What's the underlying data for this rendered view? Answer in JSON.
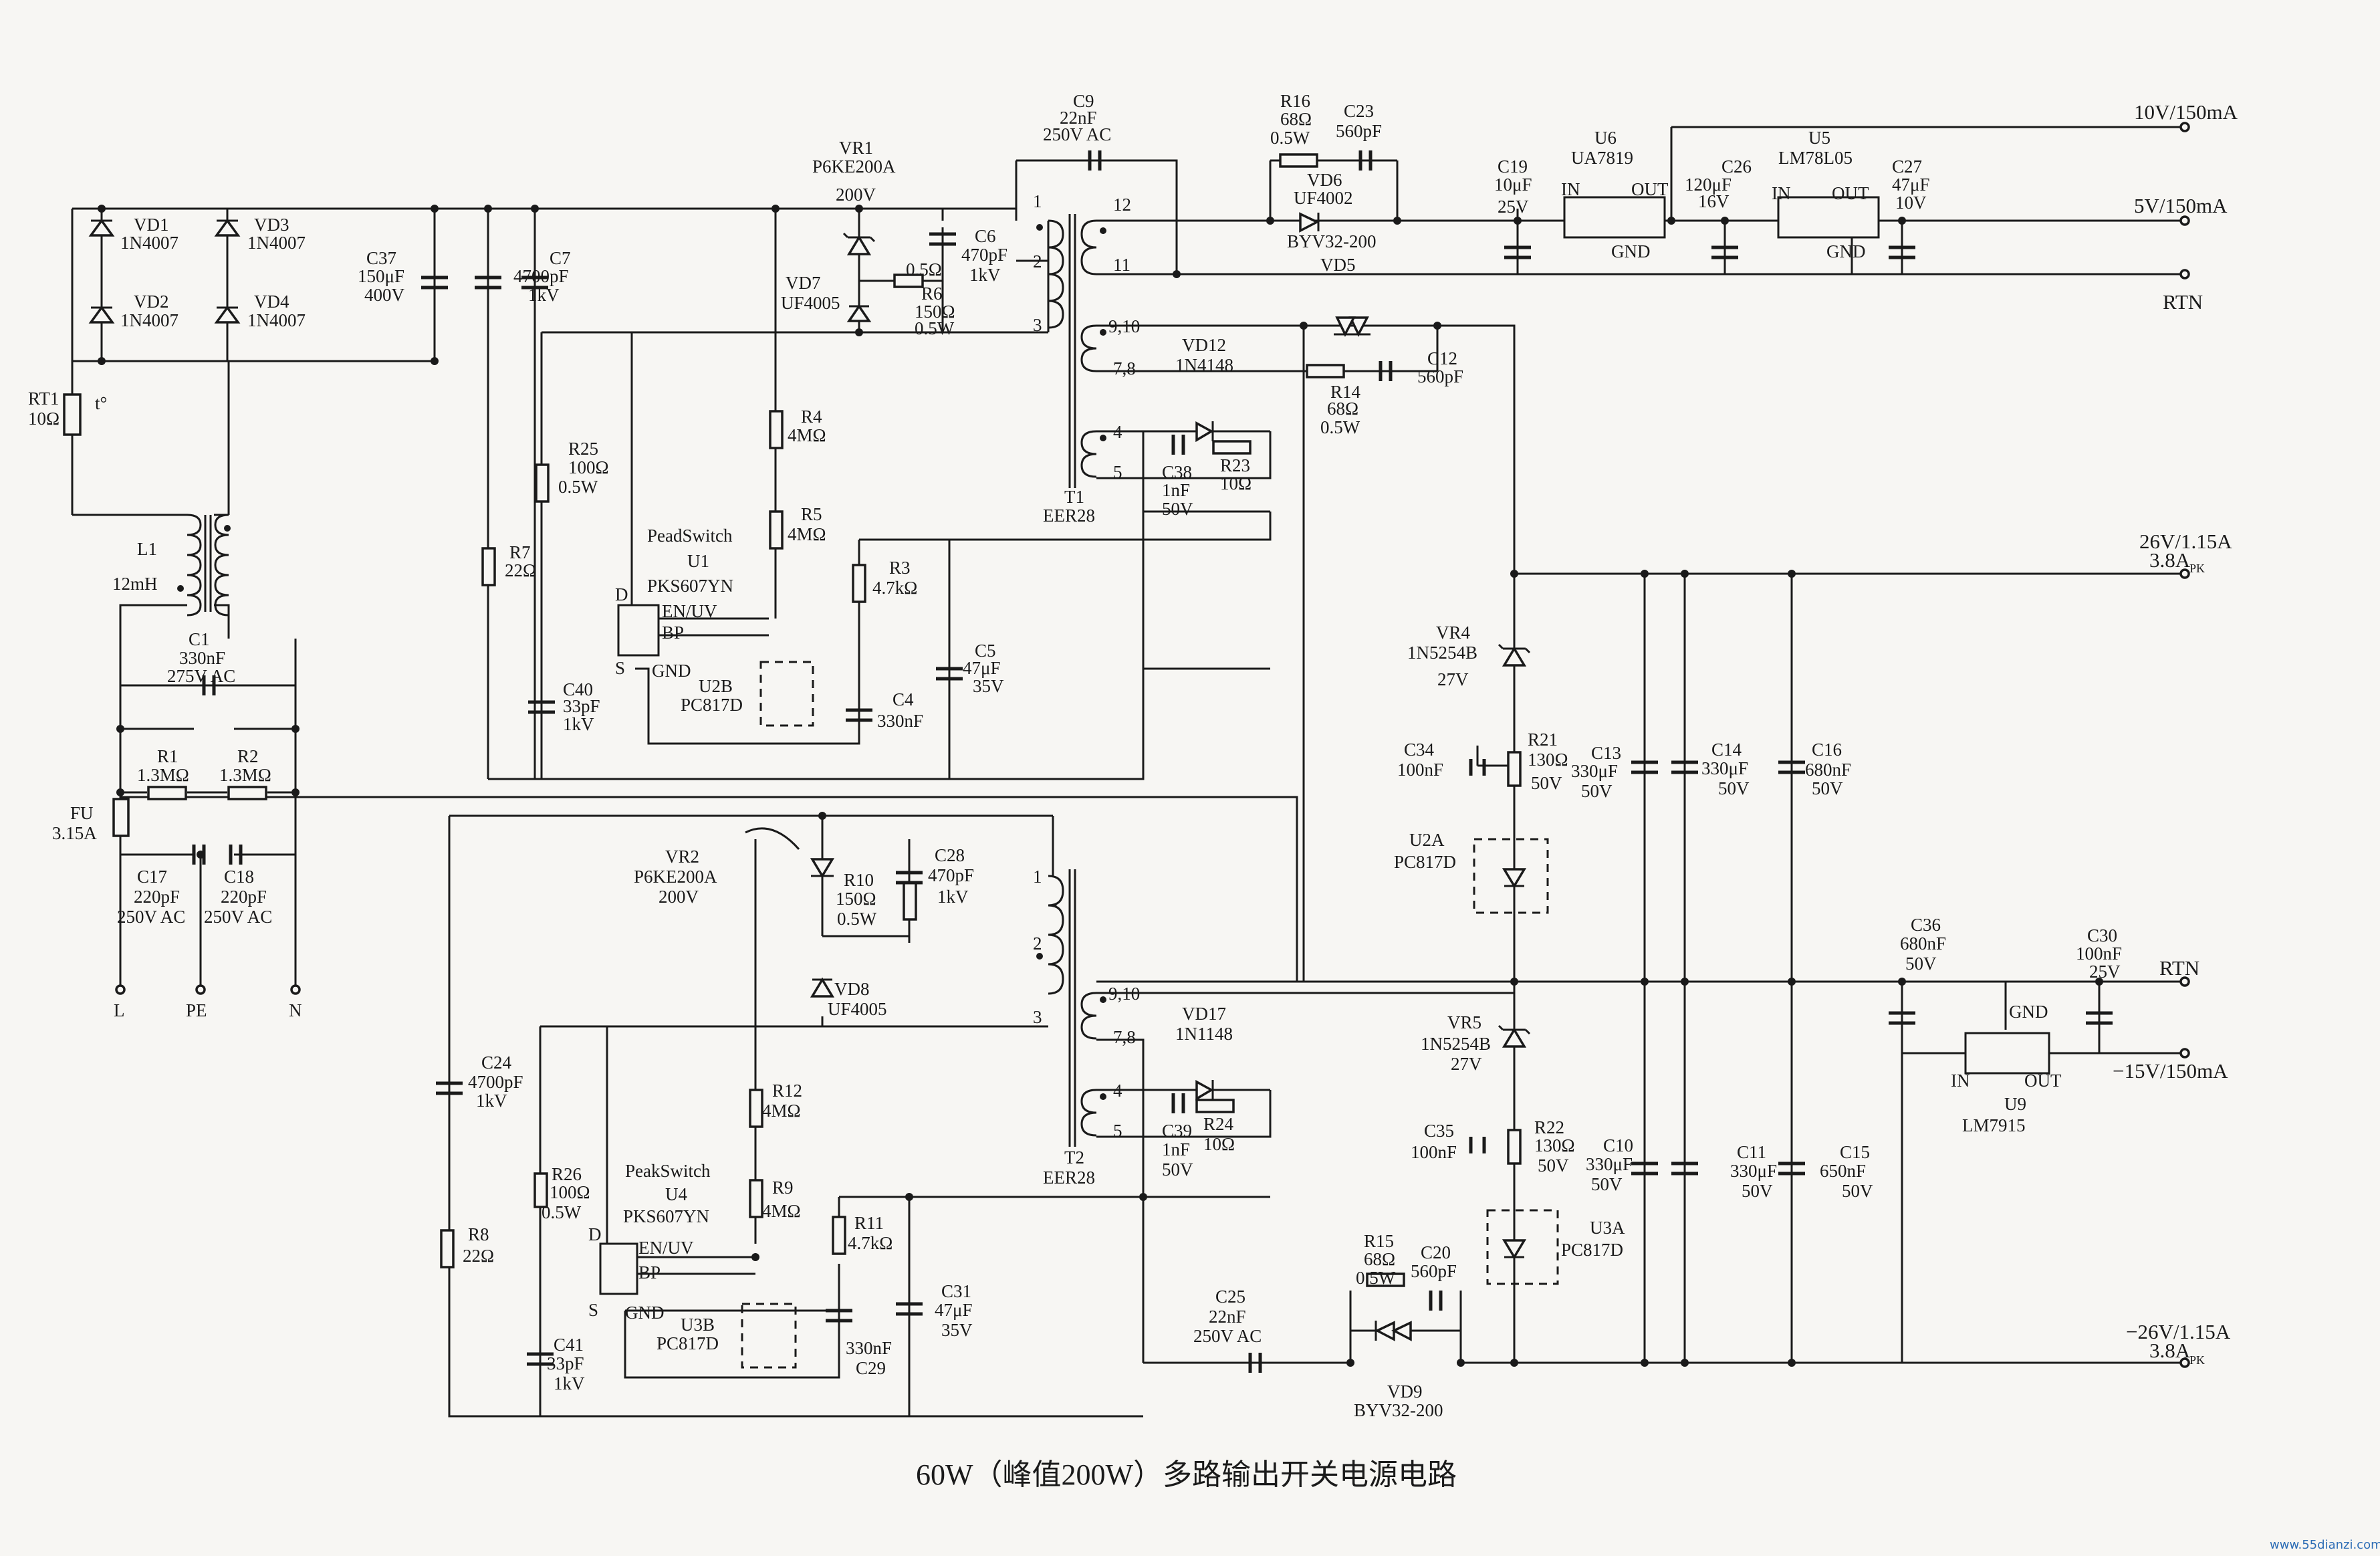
{
  "caption": "60W（峰值200W）多路输出开关电源电路",
  "watermark": "www.55dianzi.com",
  "input": {
    "VD1": {
      "ref": "VD1",
      "part": "1N4007"
    },
    "VD2": {
      "ref": "VD2",
      "part": "1N4007"
    },
    "VD3": {
      "ref": "VD3",
      "part": "1N4007"
    },
    "VD4": {
      "ref": "VD4",
      "part": "1N4007"
    },
    "RT1": {
      "ref": "RT1",
      "val": "10Ω",
      "extra": "t°"
    },
    "L1": {
      "ref": "L1",
      "val": "12mH"
    },
    "C1": {
      "ref": "C1",
      "val": "330nF",
      "rating": "275V AC"
    },
    "R1": {
      "ref": "R1",
      "val": "1.3MΩ"
    },
    "R2": {
      "ref": "R2",
      "val": "1.3MΩ"
    },
    "FU": {
      "ref": "FU",
      "val": "3.15A"
    },
    "C17": {
      "ref": "C17",
      "val": "220pF",
      "rating": "250V AC"
    },
    "C18": {
      "ref": "C18",
      "val": "220pF",
      "rating": "250V AC"
    },
    "terminals": [
      "L",
      "PE",
      "N"
    ],
    "C37": {
      "ref": "C37",
      "val": "150μF",
      "rating": "400V"
    }
  },
  "upper": {
    "C7": {
      "ref": "C7",
      "val": "4700pF",
      "rating": "1kV"
    },
    "R25": {
      "ref": "R25",
      "val": "100Ω",
      "rating": "0.5W"
    },
    "R7": {
      "ref": "R7",
      "val": "22Ω"
    },
    "C40": {
      "ref": "C40",
      "val": "33pF",
      "rating": "1kV"
    },
    "U1": {
      "brand": "PeadSwitch",
      "ref": "U1",
      "part": "PKS607YN",
      "pins": [
        "D",
        "EN/UV",
        "BP",
        "S",
        "GND"
      ]
    },
    "VR1": {
      "ref": "VR1",
      "part": "P6KE200A",
      "val": "200V"
    },
    "VD7": {
      "ref": "VD7",
      "part": "UF4005"
    },
    "R6": {
      "ref": "R6",
      "val": "0.5Ω",
      "val2": "150Ω",
      "rating": "0.5W"
    },
    "C6": {
      "ref": "C6",
      "val": "470pF",
      "rating": "1kV"
    },
    "R4": {
      "ref": "R4",
      "val": "4MΩ"
    },
    "R5": {
      "ref": "R5",
      "val": "4MΩ"
    },
    "R3": {
      "ref": "R3",
      "val": "4.7kΩ"
    },
    "C5": {
      "ref": "C5",
      "val": "47μF",
      "rating": "35V"
    },
    "C4": {
      "ref": "C4",
      "val": "330nF"
    },
    "U2B": {
      "ref": "U2B",
      "part": "PC817D"
    },
    "C9": {
      "ref": "C9",
      "val": "22nF",
      "rating": "250V AC"
    },
    "T1": {
      "ref": "T1",
      "part": "EER28",
      "pins": [
        "1",
        "2",
        "3",
        "12",
        "11",
        "9,10",
        "7,8",
        "4",
        "5"
      ]
    },
    "VD12": {
      "ref": "VD12",
      "part": "1N4148"
    },
    "C38": {
      "ref": "C38",
      "val": "1nF",
      "rating": "50V"
    },
    "R23": {
      "ref": "R23",
      "val": "10Ω"
    },
    "R16": {
      "ref": "R16",
      "val": "68Ω",
      "rating": "0.5W"
    },
    "C23": {
      "ref": "C23",
      "val": "560pF"
    },
    "VD6": {
      "ref": "VD6",
      "part": "UF4002"
    },
    "VD5": {
      "ref": "VD5",
      "part": "BYV32-200"
    },
    "VD5_label": "VD5",
    "C19": {
      "ref": "C19",
      "val": "10μF",
      "rating": "25V"
    },
    "U6": {
      "ref": "U6",
      "part": "UA7819",
      "pins": [
        "IN",
        "OUT",
        "GND"
      ]
    },
    "C26": {
      "ref": "C26",
      "val": "120μF",
      "rating": "16V"
    },
    "U5": {
      "ref": "U5",
      "part": "LM78L05",
      "pins": [
        "IN",
        "OUT",
        "GND"
      ]
    },
    "C27": {
      "ref": "C27",
      "val": "47μF",
      "rating": "10V"
    },
    "R14": {
      "ref": "R14",
      "val": "68Ω",
      "rating": "0.5W"
    },
    "C12": {
      "ref": "C12",
      "val": "560pF"
    }
  },
  "lower": {
    "C24": {
      "ref": "C24",
      "val": "4700pF",
      "rating": "1kV"
    },
    "R26": {
      "ref": "R26",
      "val": "100Ω",
      "rating": "0.5W"
    },
    "R8": {
      "ref": "R8",
      "val": "22Ω"
    },
    "C41": {
      "ref": "C41",
      "val": "33pF",
      "rating": "1kV"
    },
    "U4": {
      "brand": "PeakSwitch",
      "ref": "U4",
      "part": "PKS607YN",
      "pins": [
        "D",
        "EN/UV",
        "BP",
        "S",
        "GND"
      ]
    },
    "VR2": {
      "ref": "VR2",
      "part": "P6KE200A",
      "val": "200V"
    },
    "R10": {
      "ref": "R10",
      "val": "150Ω",
      "rating": "0.5W"
    },
    "C28": {
      "ref": "C28",
      "val": "470pF",
      "rating": "1kV"
    },
    "VD8": {
      "ref": "VD8",
      "part": "UF4005"
    },
    "R12": {
      "ref": "R12",
      "val": "4MΩ"
    },
    "R9": {
      "ref": "R9",
      "val": "4MΩ"
    },
    "R11": {
      "ref": "R11",
      "val": "4.7kΩ"
    },
    "C31": {
      "ref": "C31",
      "val": "47μF",
      "rating": "35V"
    },
    "C29": {
      "ref": "C29",
      "val": "330nF"
    },
    "U3B": {
      "ref": "U3B",
      "part": "PC817D"
    },
    "T2": {
      "ref": "T2",
      "part": "EER28",
      "pins": [
        "1",
        "2",
        "3",
        "9,10",
        "7,8",
        "4",
        "5"
      ]
    },
    "VD17": {
      "ref": "VD17",
      "part": "1N1148"
    },
    "C39": {
      "ref": "C39",
      "val": "1nF",
      "rating": "50V"
    },
    "R24": {
      "ref": "R24",
      "val": "10Ω"
    },
    "C25": {
      "ref": "C25",
      "val": "22nF",
      "rating": "250V AC"
    },
    "R15": {
      "ref": "R15",
      "val": "68Ω",
      "rating": "0.5W"
    },
    "C20": {
      "ref": "C20",
      "val": "560pF"
    },
    "VD9": {
      "ref": "VD9",
      "part": "BYV32-200"
    }
  },
  "outputs": {
    "VR4": {
      "ref": "VR4",
      "part": "1N5254B",
      "val": "27V"
    },
    "C34": {
      "ref": "C34",
      "val": "100nF"
    },
    "R21": {
      "ref": "R21",
      "val": "130Ω",
      "rating": "50V"
    },
    "U2A": {
      "ref": "U2A",
      "part": "PC817D"
    },
    "C13": {
      "ref": "C13",
      "val": "330μF",
      "rating": "50V"
    },
    "C14": {
      "ref": "C14",
      "val": "330μF",
      "rating": "50V"
    },
    "C16": {
      "ref": "C16",
      "val": "680nF",
      "rating": "50V"
    },
    "VR5": {
      "ref": "VR5",
      "part": "1N5254B",
      "val": "27V"
    },
    "C35": {
      "ref": "C35",
      "val": "100nF"
    },
    "R22": {
      "ref": "R22",
      "val": "130Ω",
      "rating": "50V"
    },
    "U3A": {
      "ref": "U3A",
      "part": "PC817D"
    },
    "C10": {
      "ref": "C10",
      "val": "330μF",
      "rating": "50V"
    },
    "C11": {
      "ref": "C11",
      "val": "330μF",
      "rating": "50V"
    },
    "C15": {
      "ref": "C15",
      "val": "650nF",
      "rating": "50V"
    },
    "C36": {
      "ref": "C36",
      "val": "680nF",
      "rating": "50V"
    },
    "C30": {
      "ref": "C30",
      "val": "100nF",
      "rating": "25V"
    },
    "U9": {
      "ref": "U9",
      "part": "LM7915",
      "pins": [
        "IN",
        "OUT",
        "GND"
      ]
    },
    "out_10v": "10V/150mA",
    "out_5v": "5V/150mA",
    "rtn1": "RTN",
    "out_26v": "26V/1.15A",
    "out_26v_pk": "3.8A",
    "rtn2": "RTN",
    "out_m15v": "−15V/150mA",
    "out_m26v": "−26V/1.15A",
    "out_m26v_pk": "3.8A",
    "pk": "PK"
  }
}
